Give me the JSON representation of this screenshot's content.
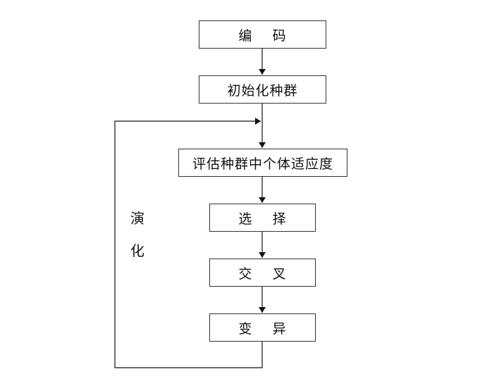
{
  "steps": {
    "encode": "编    码",
    "init_population": "初始化种群",
    "evaluate_fitness": "评估种群中个体适应度",
    "selection": "选    择",
    "crossover": "交    叉",
    "mutation": "变    异"
  },
  "loop_label": {
    "line1": "演",
    "line2": "化"
  }
}
